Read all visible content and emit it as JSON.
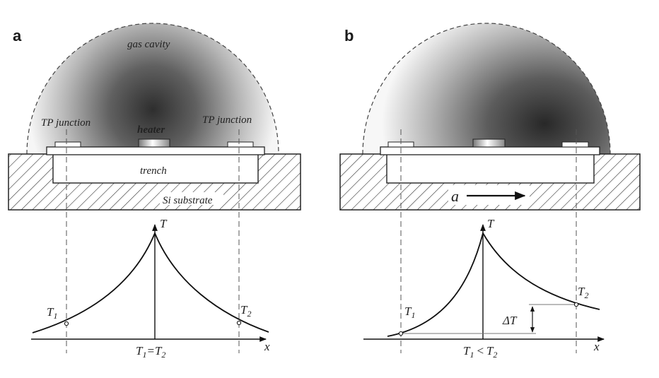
{
  "panels": [
    {
      "letter": "a",
      "gas_label": "gas cavity",
      "tp_left": "TP junction",
      "tp_right": "TP junction",
      "heater": "heater",
      "trench": "trench",
      "substrate": "Si substrate",
      "axis_t": "T",
      "axis_x": "x",
      "t1": "T",
      "t1_sub": "1",
      "t2": "T",
      "t2_sub": "2",
      "relation": {
        "lhs": "T",
        "lhs_sub": "1",
        "op": "=",
        "rhs": "T",
        "rhs_sub": "2"
      }
    },
    {
      "letter": "b",
      "accel": "a",
      "axis_t": "T",
      "axis_x": "x",
      "t1": "T",
      "t1_sub": "1",
      "t2": "T",
      "t2_sub": "2",
      "delta": "ΔT",
      "relation": {
        "lhs": "T",
        "lhs_sub": "1",
        "op": "<",
        "rhs": "T",
        "rhs_sub": "2"
      }
    }
  ]
}
